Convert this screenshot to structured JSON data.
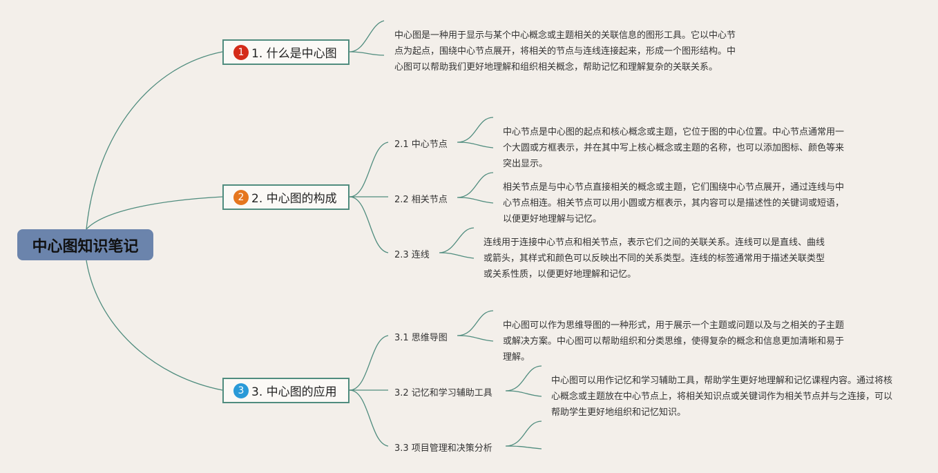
{
  "root": {
    "label": "中心图知识笔记",
    "color": "#6b84ac"
  },
  "line_color": "#4f8c7e",
  "branches": [
    {
      "badge": "1",
      "badge_color": "#d42c1a",
      "label": "1. 什么是中心图",
      "note": "中心图是一种用于显示与某个中心概念或主题相关的关联信息的图形工具。它以中心节点为起点，围绕中心节点展开，将相关的节点与连线连接起来，形成一个图形结构。中心图可以帮助我们更好地理解和组织相关概念，帮助记忆和理解复杂的关联关系。"
    },
    {
      "badge": "2",
      "badge_color": "#e5761e",
      "label": "2. 中心图的构成",
      "subs": [
        {
          "label": "2.1 中心节点",
          "note": "中心节点是中心图的起点和核心概念或主题，它位于图的中心位置。中心节点通常用一个大圆或方框表示，并在其中写上核心概念或主题的名称，也可以添加图标、颜色等来突出显示。"
        },
        {
          "label": "2.2 相关节点",
          "note": "相关节点是与中心节点直接相关的概念或主题，它们围绕中心节点展开，通过连线与中心节点相连。相关节点可以用小圆或方框表示，其内容可以是描述性的关键词或短语，以便更好地理解与记忆。"
        },
        {
          "label": "2.3 连线",
          "note": "连线用于连接中心节点和相关节点，表示它们之间的关联关系。连线可以是直线、曲线或箭头，其样式和颜色可以反映出不同的关系类型。连线的标签通常用于描述关联类型或关系性质，以便更好地理解和记忆。"
        }
      ]
    },
    {
      "badge": "3",
      "badge_color": "#2a9ad8",
      "label": "3. 中心图的应用",
      "subs": [
        {
          "label": "3.1 思维导图",
          "note": "中心图可以作为思维导图的一种形式，用于展示一个主题或问题以及与之相关的子主题或解决方案。中心图可以帮助组织和分类思维，使得复杂的概念和信息更加清晰和易于理解。"
        },
        {
          "label": "3.2 记忆和学习辅助工具",
          "note": "中心图可以用作记忆和学习辅助工具，帮助学生更好地理解和记忆课程内容。通过将核心概念或主题放在中心节点上，将相关知识点或关键词作为相关节点并与之连接，可以帮助学生更好地组织和记忆知识。"
        },
        {
          "label": "3.3 项目管理和决策分析",
          "note": ""
        }
      ]
    }
  ]
}
